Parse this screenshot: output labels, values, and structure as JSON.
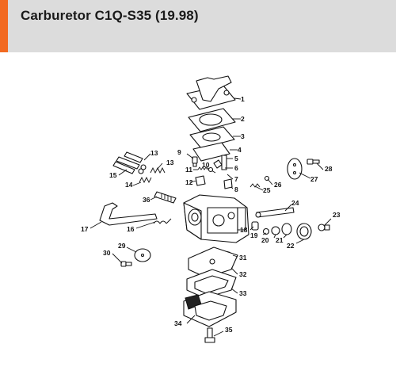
{
  "header": {
    "title": "Carburetor C1Q-S35 (19.98)",
    "accent_color": "#f26a21",
    "background_color": "#dcdcdc"
  },
  "callouts": [
    "1",
    "2",
    "3",
    "4",
    "5",
    "6",
    "7",
    "8",
    "9",
    "10",
    "11",
    "12",
    "13",
    "13",
    "14",
    "15",
    "16",
    "17",
    "18",
    "19",
    "20",
    "21",
    "22",
    "23",
    "24",
    "25",
    "26",
    "27",
    "28",
    "29",
    "30",
    "31",
    "32",
    "33",
    "34",
    "35",
    "36"
  ]
}
